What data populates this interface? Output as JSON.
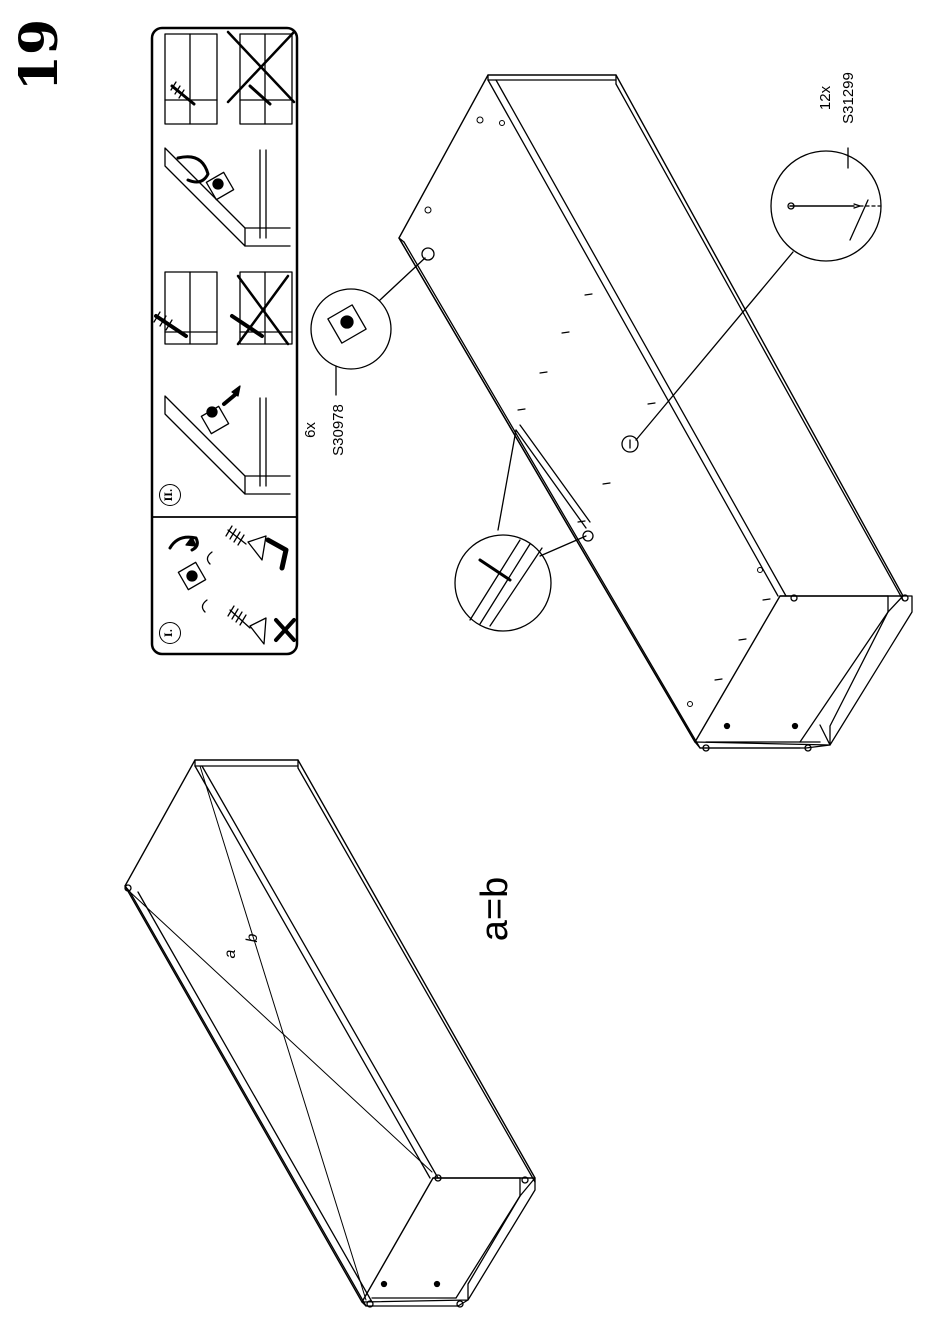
{
  "page": {
    "step_number": "19"
  },
  "hardware": {
    "cam_lock": {
      "quantity": "6x",
      "code": "S30978",
      "icon": "cam-lock-fitting-icon"
    },
    "nail": {
      "quantity": "12x",
      "code": "S31299",
      "icon": "nail-icon"
    }
  },
  "instructions_box": {
    "step_one_marker": "I.",
    "step_two_marker": "II.",
    "incorrect_mark_icon": "x-mark-icon",
    "correct_mark_icon": "check-mark-icon"
  },
  "diagonal_check": {
    "label_a": "a",
    "label_b": "b",
    "equation": "a=b"
  },
  "colors": {
    "ink": "#000000",
    "paper": "#ffffff"
  }
}
